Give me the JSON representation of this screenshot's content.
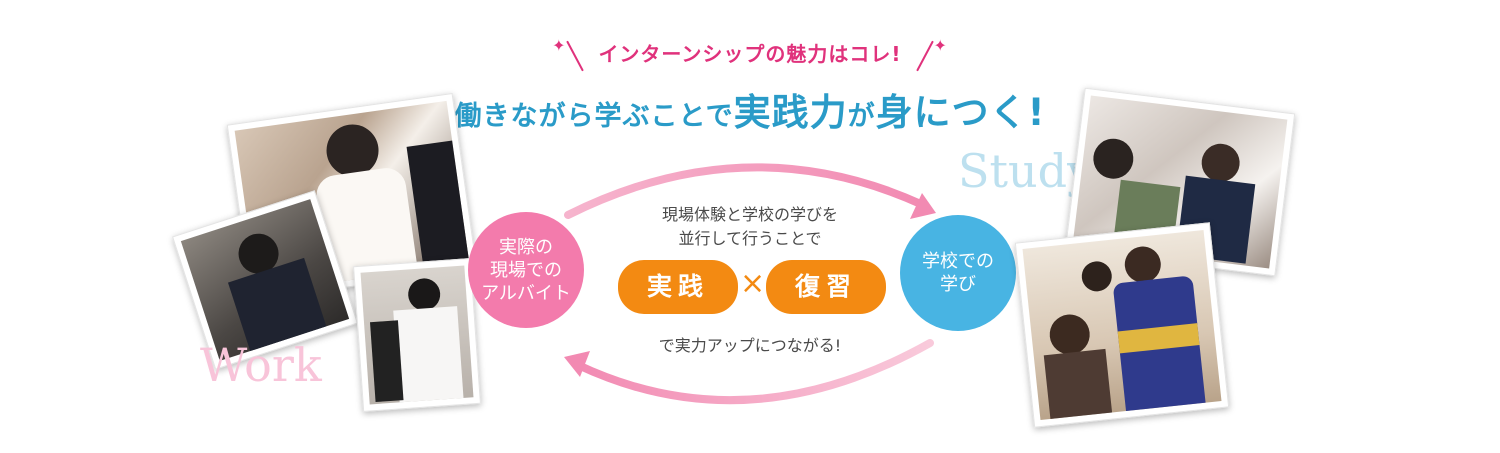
{
  "heading": {
    "tagline": "インターンシップの魅力はコレ!",
    "headline_pre": "働きながら学ぶことで",
    "headline_big": "実践力",
    "headline_mid": "が",
    "headline_big2": "身につく",
    "headline_post": "!"
  },
  "work": {
    "big_word": "Work",
    "circle_line1": "実際の",
    "circle_line2": "現場での",
    "circle_line3": "アルバイト"
  },
  "study": {
    "big_word": "Study",
    "circle_line1": "学校での",
    "circle_line2": "学び"
  },
  "center": {
    "line1": "現場体験と学校の学びを",
    "line2": "並行して行うことで",
    "pill_left": "実践",
    "times": "×",
    "pill_right": "復習",
    "bottom": "で実力アップにつながる!"
  },
  "colors": {
    "pink": "#f37bac",
    "blue": "#48b4e3",
    "orange": "#f38a12",
    "headline": "#2a9bc8"
  }
}
